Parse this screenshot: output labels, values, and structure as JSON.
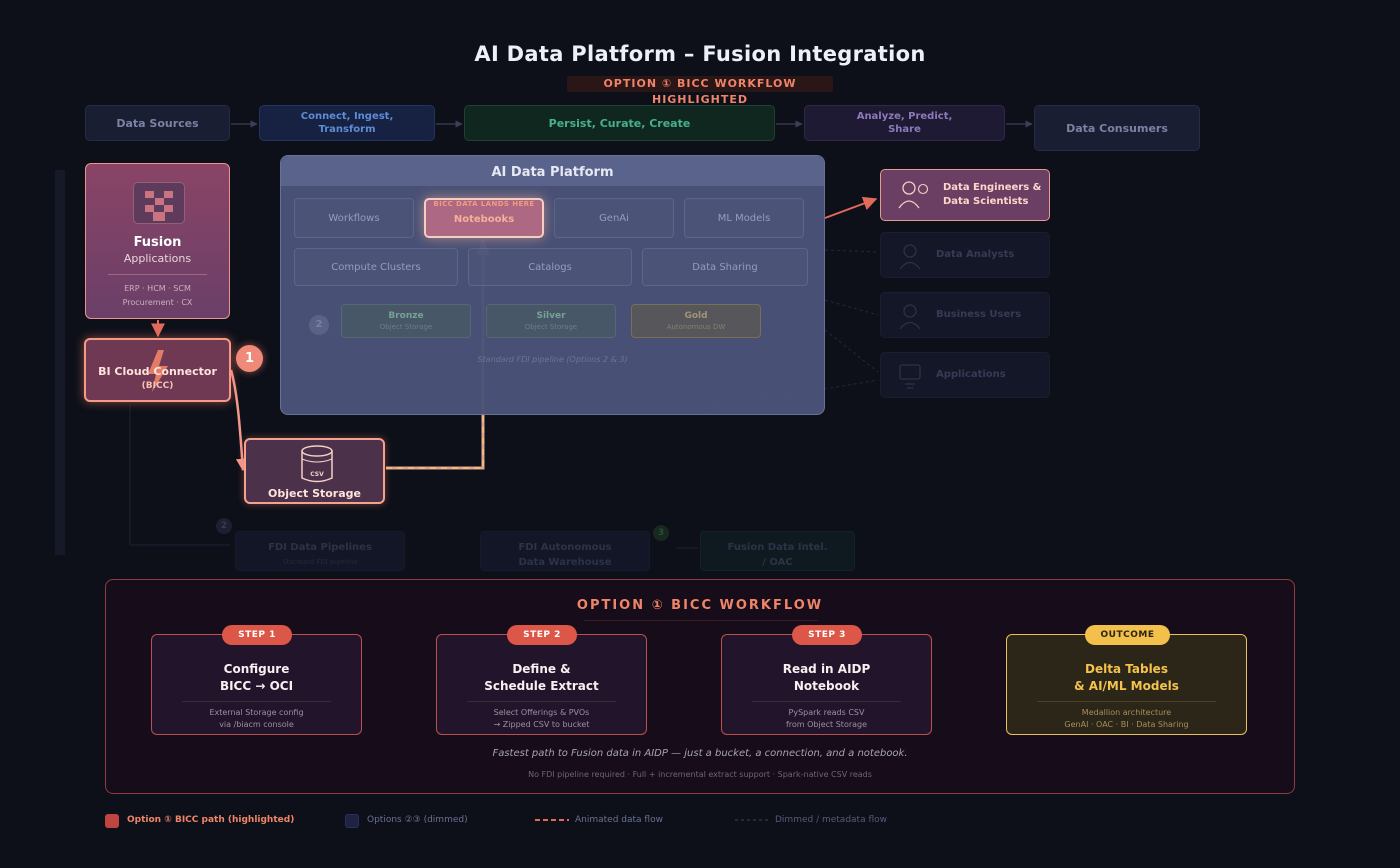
{
  "title": "AI Data Platform – Fusion Integration",
  "subtitle": "OPTION ① BICC WORKFLOW HIGHLIGHTED",
  "stages": [
    {
      "label": "Data Sources"
    },
    {
      "label": "Connect, Ingest, Transform"
    },
    {
      "label": "Persist, Curate, Create"
    },
    {
      "label": "Analyze, Predict, Share"
    },
    {
      "label": "Data Consumers"
    }
  ],
  "fusion": {
    "name": "Fusion",
    "sub": "Applications",
    "modules_line1": "ERP · HCM · SCM",
    "modules_line2": "Procurement · CX"
  },
  "bicc": {
    "line1": "BI Cloud Connector",
    "line2": "(BICC)",
    "badge": "1"
  },
  "object_storage": {
    "label": "Object Storage",
    "icon_text": "CSV"
  },
  "aidp": {
    "header": "AI Data Platform",
    "row1": [
      "Workflows",
      "GenAi",
      "ML Models"
    ],
    "notebooks": {
      "label": "Notebooks",
      "note": "BICC DATA LANDS HERE"
    },
    "row2": [
      "Compute Clusters",
      "Catalogs",
      "Data Sharing"
    ],
    "medallion_badge": "2",
    "medallion": [
      {
        "name": "Bronze",
        "sub": "Object Storage"
      },
      {
        "name": "Silver",
        "sub": "Object Storage"
      },
      {
        "name": "Gold",
        "sub": "Autonomous DW"
      }
    ],
    "pipeline_note": "Standard FDI pipeline (Options 2 & 3)"
  },
  "consumers": [
    {
      "label_line1": "Data Engineers &",
      "label_line2": "Data Scientists",
      "highlighted": true
    },
    {
      "label": "Data Analysts"
    },
    {
      "label": "Business Users"
    },
    {
      "label": "Applications"
    }
  ],
  "ghost_boxes": [
    {
      "line1": "FDI Data Pipelines",
      "line2": "Standard FDI pipeline",
      "badge": "2"
    },
    {
      "line1": "FDI Autonomous",
      "line2": "Data Warehouse"
    },
    {
      "line1": "Fusion Data Intel.",
      "line2": "/ OAC",
      "badge": "3"
    }
  ],
  "workflow": {
    "heading": "OPTION ① BICC WORKFLOW",
    "steps": [
      {
        "pill": "STEP 1",
        "title1": "Configure",
        "title2": "BICC → OCI",
        "desc1": "External Storage config",
        "desc2": "via /biacm console"
      },
      {
        "pill": "STEP 2",
        "title1": "Define &",
        "title2": "Schedule Extract",
        "desc1": "Select Offerings & PVOs",
        "desc2": "→ Zipped CSV to bucket"
      },
      {
        "pill": "STEP 3",
        "title1": "Read in AIDP",
        "title2": "Notebook",
        "desc1": "PySpark reads CSV",
        "desc2": "from Object Storage"
      }
    ],
    "outcome": {
      "pill": "OUTCOME",
      "title1": "Delta Tables",
      "title2": "& AI/ML Models",
      "desc1": "Medallion architecture",
      "desc2": "GenAI · OAC · BI · Data Sharing"
    },
    "tagline": "Fastest path to Fusion data in AIDP — just a bucket, a connection, and a notebook.",
    "footnote": "No FDI pipeline required · Full + incremental extract support · Spark-native CSV reads"
  },
  "legend": [
    {
      "label": "Option ① BICC path (highlighted)"
    },
    {
      "label": "Options ②③ (dimmed)"
    },
    {
      "label": "Animated data flow"
    },
    {
      "label": "Dimmed / metadata flow"
    }
  ],
  "colors": {
    "background": "#0d1019",
    "highlight": "#f08468",
    "outcome": "#f2c04b",
    "step_pill": "#dd5748"
  }
}
